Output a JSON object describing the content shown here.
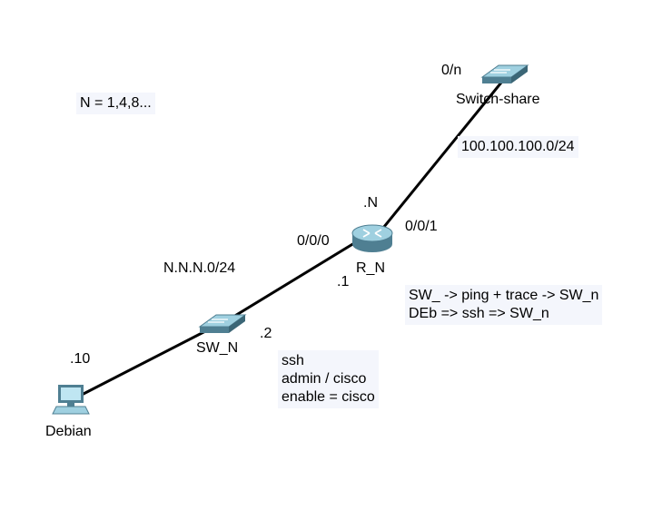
{
  "note_n": "N = 1,4,8...",
  "note_ssh": [
    "ssh",
    "admin / cisco",
    "enable = cisco"
  ],
  "note_tasks": [
    "SW_ -> ping + trace -> SW_n",
    "DEb => ssh => SW_n"
  ],
  "devices": {
    "switch_share": {
      "name": "Switch-share",
      "port": "0/n"
    },
    "router": {
      "name": "R_N",
      "addr": ".N",
      "port_left": "0/0/0",
      "port_right": "0/0/1",
      "lan_addr": ".1"
    },
    "sw": {
      "name": "SW_N",
      "addr": ".2"
    },
    "debian": {
      "name": "Debian",
      "addr": ".10"
    }
  },
  "networks": {
    "wan": "100.100.100.0/24",
    "lan": "N.N.N.0/24"
  },
  "colors": {
    "link": "#000000",
    "note_bg": "#f4f6fc",
    "device_dark": "#4f7f92",
    "device_light": "#9fd0e0"
  }
}
